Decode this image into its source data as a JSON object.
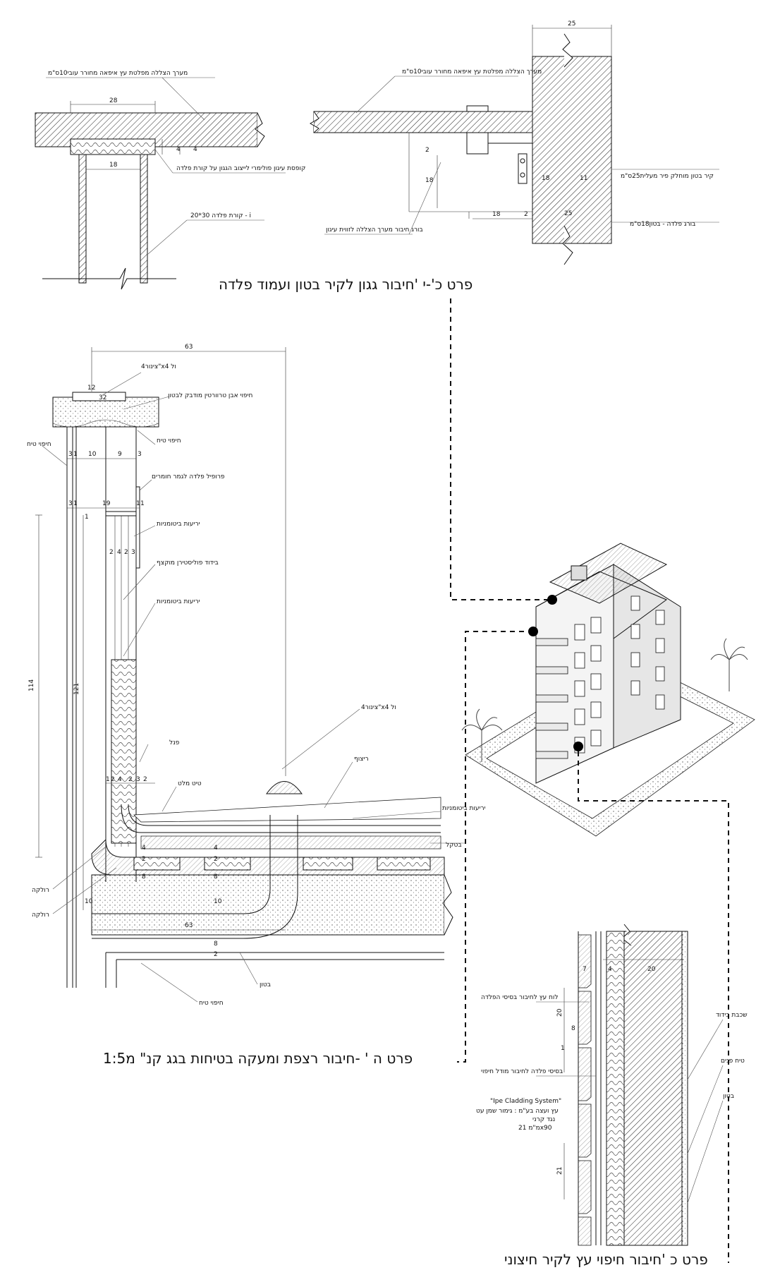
{
  "detail_top": {
    "title": "פרט כ'-י 'חיבור גגון לקיר בטון ועמוד פלדה",
    "left_labels": {
      "l1": "מערך הצללה מפלטת עץ איפאה מחורר עובי10ס\"מ",
      "l2": "קופסת עיגון פולימרי לייצוב הגגון על קורת פלדה",
      "l3": "קורת פלדה 30*20 - i"
    },
    "left_dims": {
      "d1": "28",
      "d2": "18",
      "d3": "4",
      "d4": "4"
    },
    "right_labels": {
      "r1": "מערך הצללה מפלטת עץ איפאה מחורר עובי10ס\"מ",
      "r2": "קיר בטון מוחלק פיר מעלית25ס\"מ",
      "r3": "בורג פלדה - בטון18ס\"מ",
      "r4": "בורג חיבור מערך הצללה לזווית עיגון"
    },
    "right_dims": {
      "d1": "25",
      "d2": "2",
      "d3": "18",
      "d4": "18",
      "d5": "2",
      "d6": "18",
      "d7": "11",
      "d8": "25"
    }
  },
  "detail_parapet": {
    "title": "פרט ה ' -חיבור רצפת ומעקה בטיחות בגג קנ\"  מ1:5",
    "labels": {
      "a1": "צינור4\"x4 ול",
      "a2": "חיפוי אבן טרוורטין מודבק לבטון",
      "a3": "חיפוי טיח",
      "a4": "חיפוי טיח",
      "a5": "פרופיל פלדה לגמר חומרים",
      "a6": "יריעות ביטומניות",
      "a7": "בידוד פוליסטירן מוקצף",
      "a8": "יריעות ביטומניות",
      "a9": "פנל",
      "a10": "טיט מלט",
      "a11": "צינור4\"x4 ול",
      "a12": "ריצוף",
      "a13": "יריעות ביטומניות",
      "a14": "בטקל",
      "a15": "רולקה",
      "a16": "רולקה",
      "a17": "בטון",
      "a18": "חיפוי טיח"
    },
    "dims": {
      "d63top": "63",
      "d12": "12",
      "d32": "32",
      "r3a": "3",
      "r1a": "1",
      "r10": "10",
      "r9": "9",
      "r3b": "3",
      "r3c": "3",
      "r1b": "1",
      "r19": "19",
      "r1c": "1",
      "r1d": "1",
      "r1e": "1",
      "r2": "2",
      "r4": "4",
      "r2b": "2",
      "r3d": "3",
      "v114": "114",
      "v121": "121",
      "b1": "1",
      "b2": "2",
      "b4": "4",
      "b2b": "2",
      "b3": "3",
      "b2c": "2",
      "v4a": "4",
      "v2a": "2",
      "v8a": "8",
      "v4b": "4",
      "v2b": "2",
      "v8b": "8",
      "v10a": "10",
      "v10b": "10",
      "d63bot": "63",
      "v2c": "2",
      "v8c": "8"
    }
  },
  "detail_cladding": {
    "title": "פרט כ 'חיבור חיפוי עץ לקיר חיצוני",
    "labels": {
      "c1": "לוח עץ לחיבור בסיסי הפלדה",
      "c2": "בסיסי פלדה לחיבור מודל חיפוי",
      "c3": "\"Ipe Cladding System\"",
      "c4": "עץ ועצה בע\"מ : גימור שמן  עט",
      "c5": "נגד קרני",
      "c6": "מ\"מ  21x90",
      "c7": "שכבת בידוד",
      "c8": "טיח פנים",
      "c9": "בטון"
    },
    "dims": {
      "d7": "7",
      "d4": "4",
      "d20": "20",
      "d20b": "20",
      "d8": "8",
      "d1": "1",
      "d21": "21"
    }
  },
  "colors": {
    "ink": "#111111",
    "callout": "#000000"
  }
}
